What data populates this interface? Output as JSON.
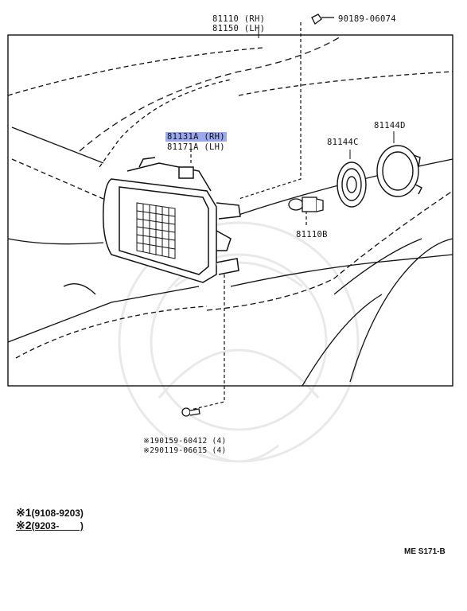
{
  "labels": {
    "assy_rh": "81110 (RH)",
    "assy_lh": "81150 (LH)",
    "clip": "90189-06074",
    "unit_rh": "81131A (RH)",
    "unit_lh": "81171A (LH)",
    "socket_c": "81144C",
    "socket_d": "81144D",
    "bulb": "81110B",
    "screw_1": "90159-60412 (4)",
    "screw_2": "90119-06615 (4)",
    "screw_mark_1": "※1",
    "screw_mark_2": "※2"
  },
  "notes": [
    {
      "mark": "※1",
      "range": "(9108-9203)"
    },
    {
      "mark": "※2",
      "range": "(9203-        )"
    }
  ],
  "code": "ME S171-B",
  "colors": {
    "highlight": "#9aa8ee",
    "ink": "#111111"
  }
}
